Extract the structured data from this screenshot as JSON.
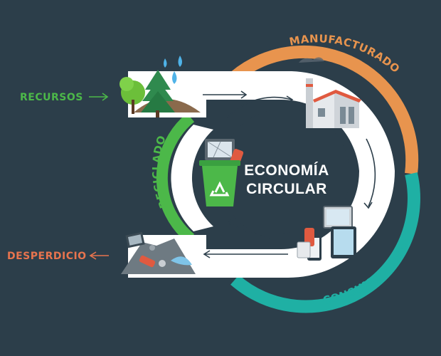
{
  "diagram": {
    "center_line1": "ECONOMÍA",
    "center_line2": "CIRCULAR",
    "stage_manufactured": "MANUFACTURADO",
    "stage_consumption": "CONSUMO Y USO",
    "stage_recycling": "RECICLADO",
    "input_label": "RECURSOS",
    "output_label": "DESPERDICIO"
  },
  "colors": {
    "background": "#2c3e4a",
    "manufactured": "#e8944e",
    "consumption": "#1fb0a4",
    "recycling": "#4cb849",
    "resources_text": "#4cb849",
    "waste_text": "#e8744e",
    "ring": "#ffffff"
  }
}
